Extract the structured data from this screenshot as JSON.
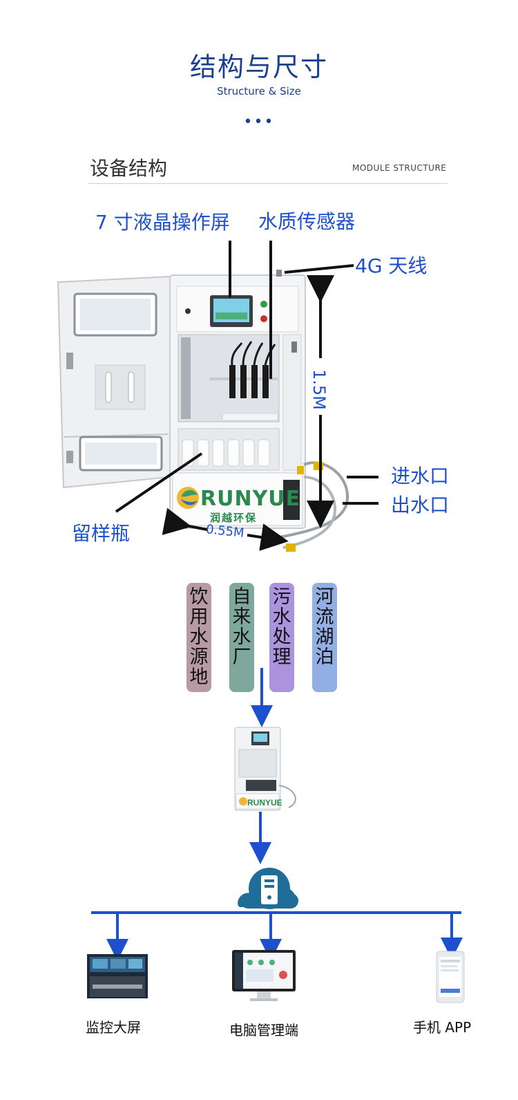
{
  "header": {
    "title": "结构与尺寸",
    "subtitle": "Structure & Size",
    "dots": "•••"
  },
  "section": {
    "title": "设备结构",
    "subtitle": "MODULE STRUCTURE"
  },
  "device_labels": {
    "screen": "7 寸液晶操作屏",
    "sensor": "水质传感器",
    "antenna": "4G 天线",
    "inlet": "进水口",
    "outlet": "出水口",
    "sample_bottle": "留样瓶",
    "height": "1.5M",
    "width": "0.55M"
  },
  "brand": {
    "name": "RUNYUE",
    "cn": "润越环保"
  },
  "sources": [
    {
      "chars": [
        "饮",
        "用",
        "水",
        "源",
        "地"
      ],
      "color": "#b79aa4"
    },
    {
      "chars": [
        "自",
        "来",
        "水",
        "厂"
      ],
      "color": "#7fa89c"
    },
    {
      "chars": [
        "污",
        "水",
        "处",
        "理"
      ],
      "color": "#ab93de"
    },
    {
      "chars": [
        "河",
        "流",
        "湖",
        "泊"
      ],
      "color": "#92afe3"
    }
  ],
  "outputs": {
    "wall": "监控大屏",
    "pc": "电脑管理端",
    "phone": "手机 APP"
  },
  "colors": {
    "accent": "#1d4fcf",
    "title": "#1d3f8f",
    "cloud": "#1f6d99"
  }
}
